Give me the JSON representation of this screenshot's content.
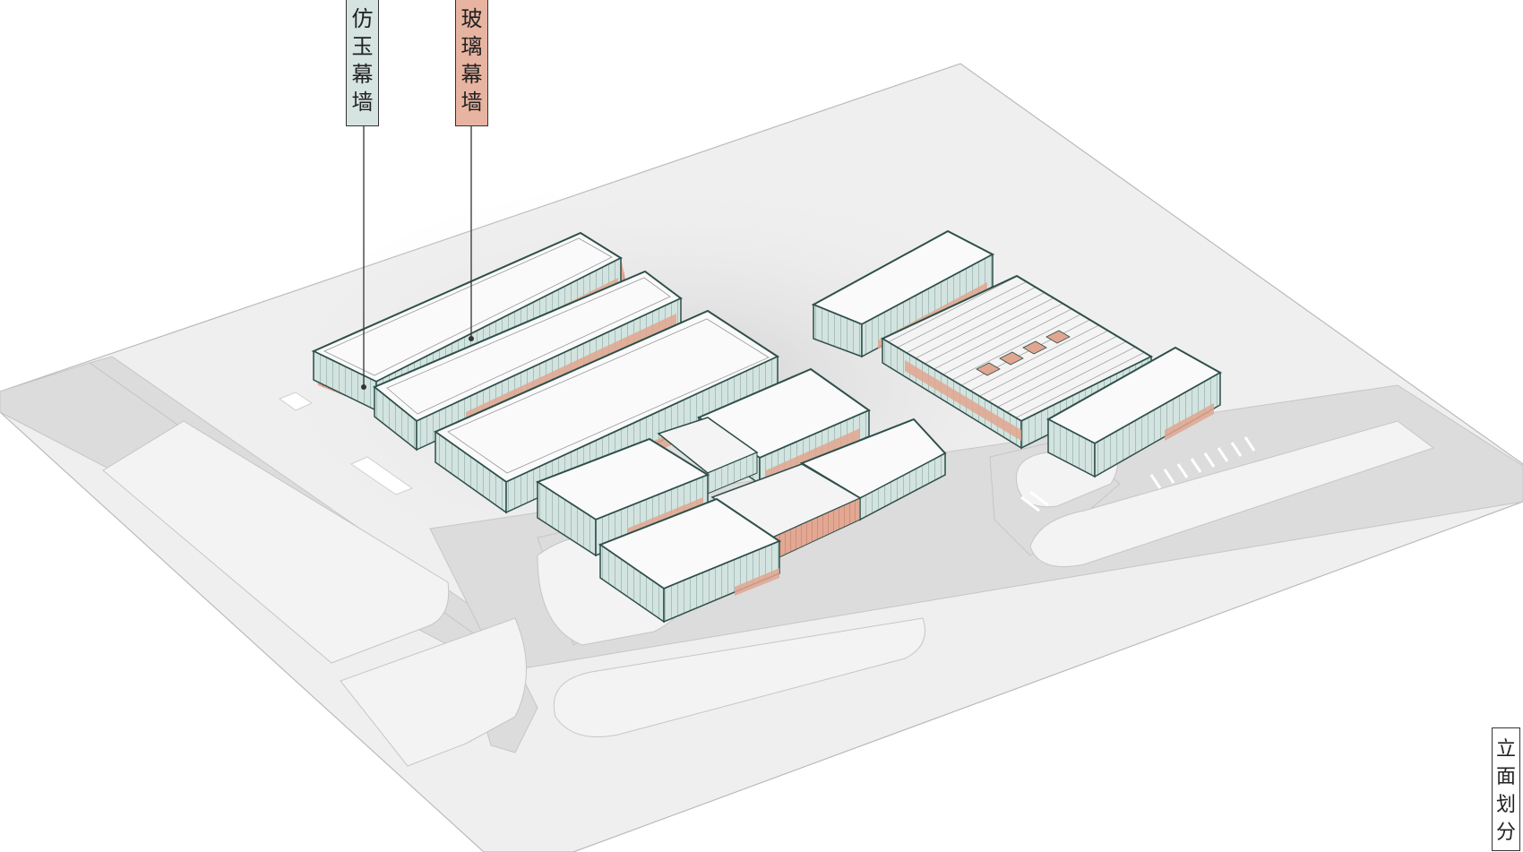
{
  "labels": {
    "jade_curtain_wall": {
      "chars": [
        "仿",
        "玉",
        "幕",
        "墙"
      ],
      "color": "#d6e4e1"
    },
    "glass_curtain_wall": {
      "chars": [
        "玻",
        "璃",
        "幕",
        "墙"
      ],
      "color": "#e8b4a2"
    },
    "facade_division": {
      "chars": [
        "立",
        "面",
        "划",
        "分"
      ],
      "color": "#ffffff"
    }
  },
  "colors": {
    "site": "#efefef",
    "site_edge": "#bdbdbd",
    "road": "#d9d9d9",
    "roof": "#fafafa",
    "jade_wall": "#cfe0dc",
    "jade_stripe": "#9fbab4",
    "glass_wall": "#e0a690",
    "building_edge": "#2e4f4a"
  }
}
